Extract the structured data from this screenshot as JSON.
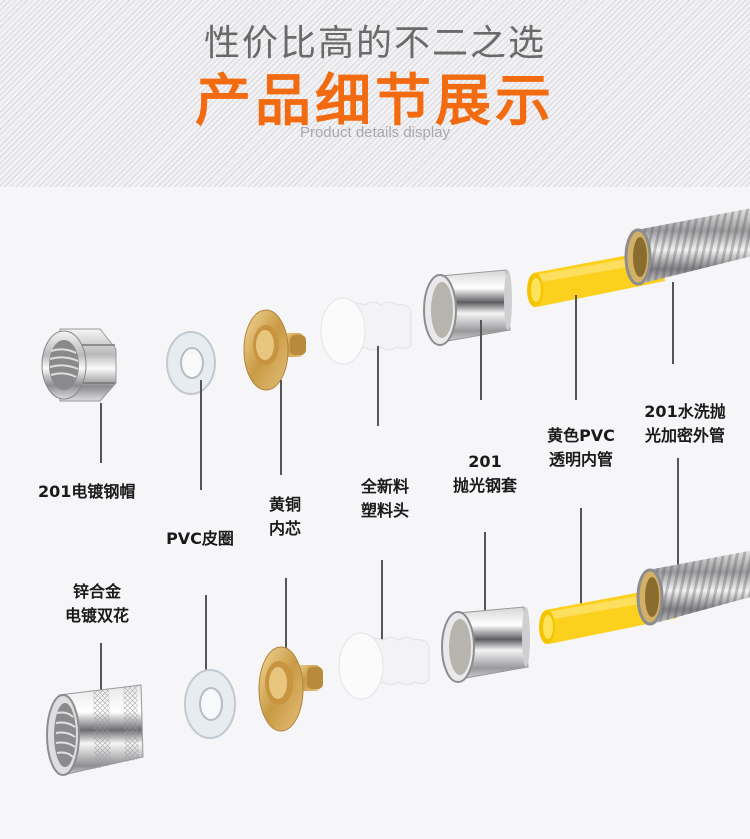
{
  "header": {
    "subtitle": "性价比高的不二之选",
    "title": "产品细节展示",
    "title_en": "Product details display",
    "accent_color": "#f26b10"
  },
  "labels": {
    "nut": "201电镀钢帽",
    "pvc_washer": "PVC皮圈",
    "brass_core_1": "黄铜",
    "brass_core_2": "内芯",
    "plastic_head_1": "全新料",
    "plastic_head_2": "塑料头",
    "steel_sleeve_1": "201",
    "steel_sleeve_2": "抛光钢套",
    "inner_tube_1": "黄色PVC",
    "inner_tube_2": "透明内管",
    "outer_tube_1": "201水洗抛",
    "outer_tube_2": "光加密外管",
    "zinc_coupling_1": "锌合金",
    "zinc_coupling_2": "电镀双花"
  },
  "icons": {
    "hex_nut": "hex-nut-image",
    "washer": "pvc-washer-image",
    "brass_core": "brass-core-image",
    "plastic_head": "plastic-head-image",
    "steel_sleeve": "steel-sleeve-image",
    "yellow_tube": "yellow-tube-image",
    "corrugated_hose": "corrugated-hose-image",
    "coupling": "zinc-coupling-image"
  }
}
